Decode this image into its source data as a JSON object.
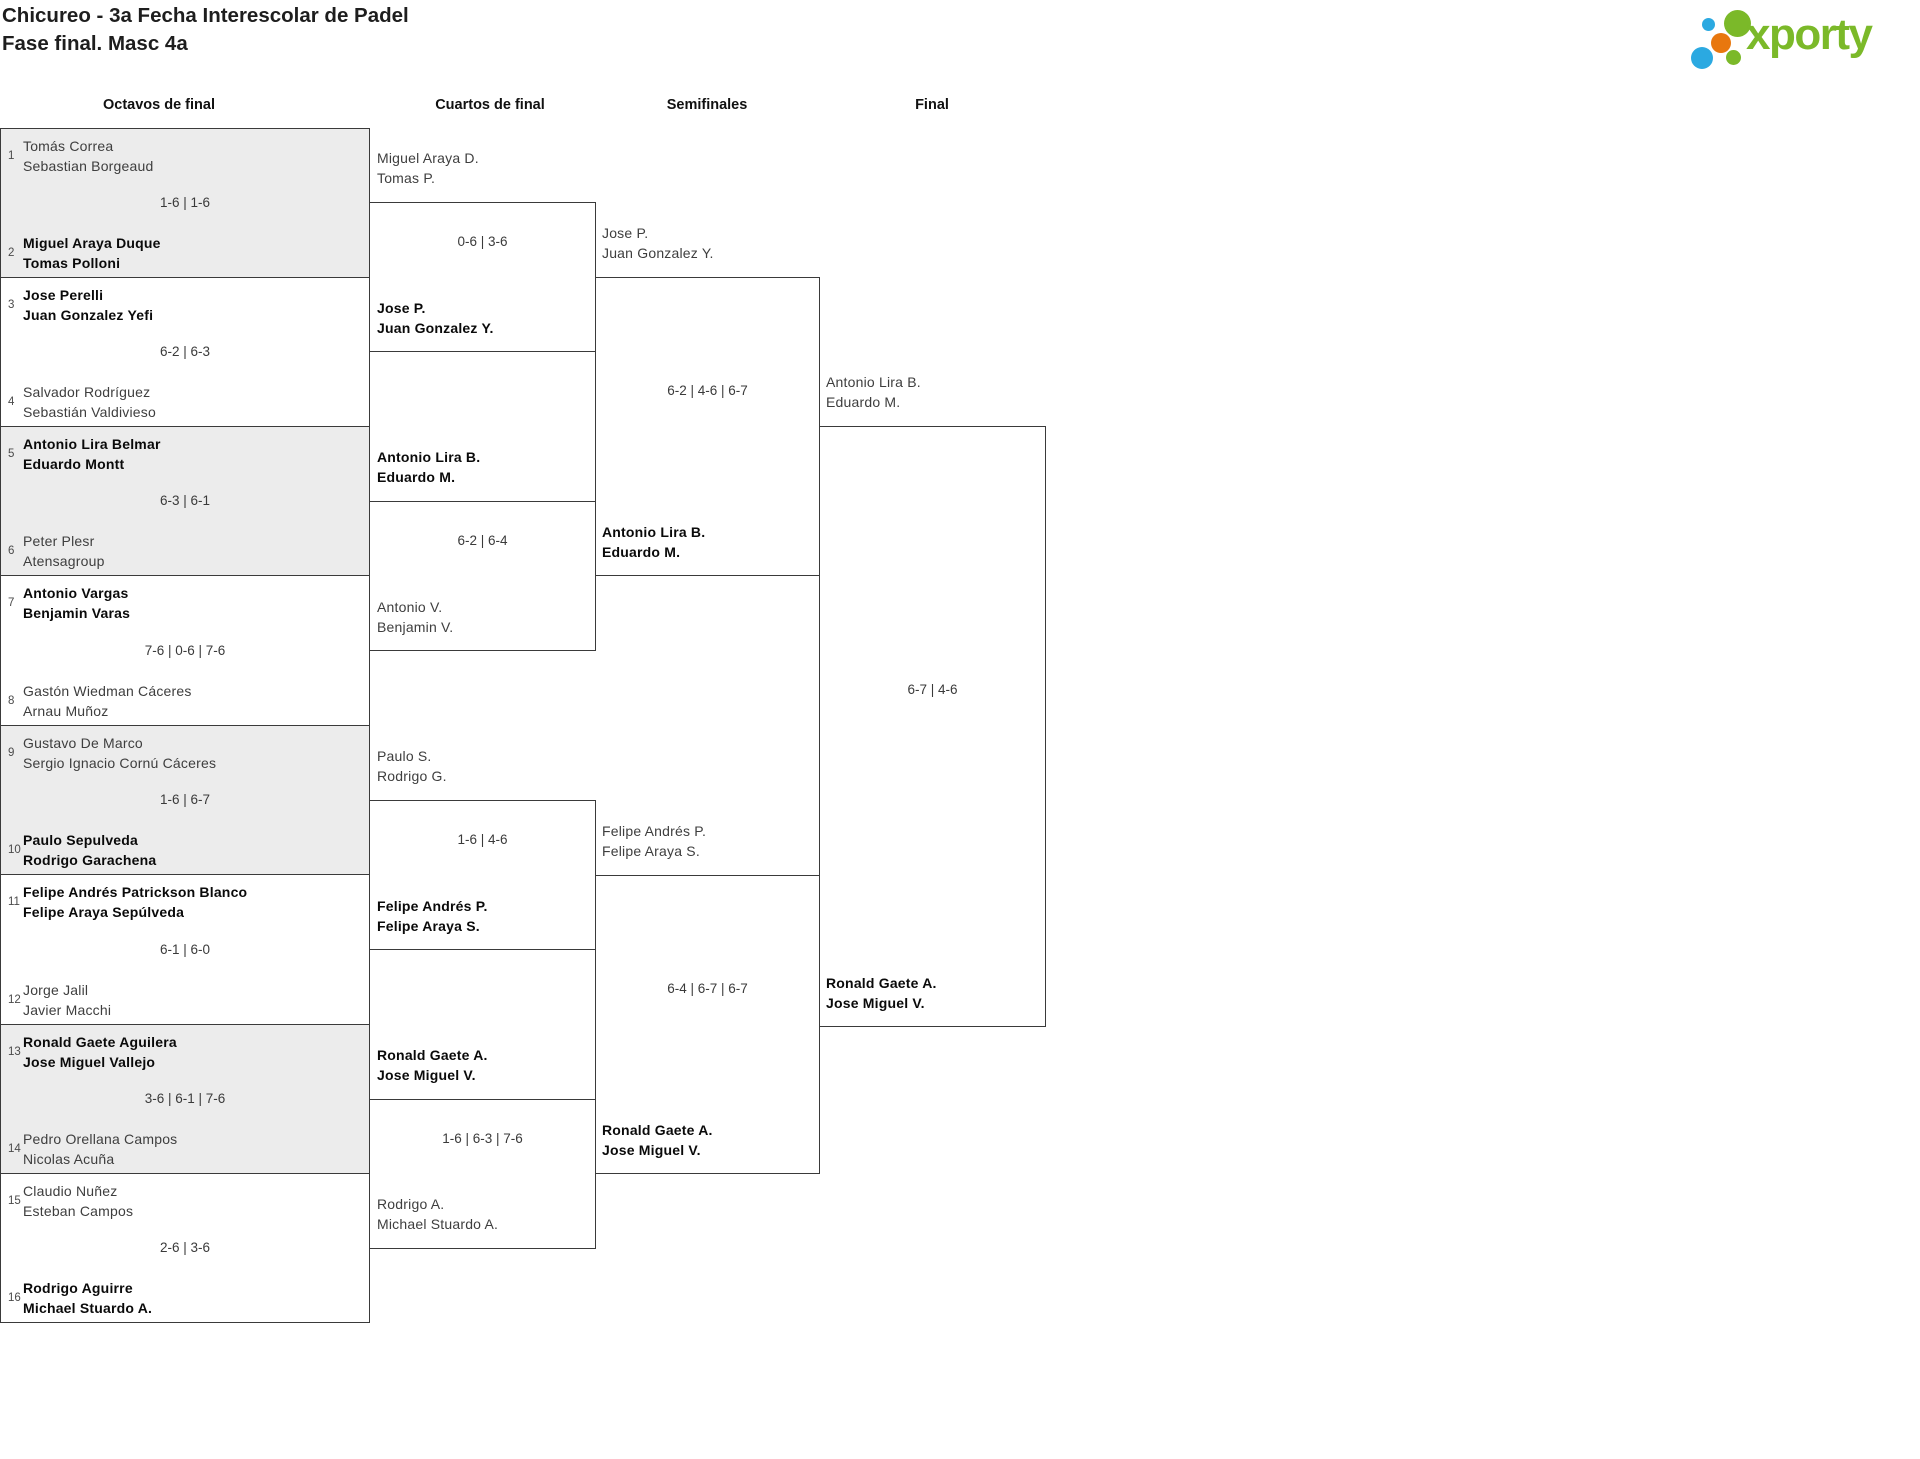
{
  "header": {
    "title_line1": "Chicureo - 3a Fecha Interescolar de Padel",
    "title_line2": "Fase final. Masc 4a",
    "logo_text": "xporty"
  },
  "round_headers": [
    "Octavos de final",
    "Cuartos de final",
    "Semifinales",
    "Final"
  ],
  "colors": {
    "logo_green": "#7bb929",
    "logo_blue": "#2ba9e1",
    "logo_orange": "#e8770e",
    "box_grey": "#ececec",
    "border": "#3a3a3a"
  },
  "bracket": {
    "r16": [
      {
        "seed_top": "1",
        "top1": "Tomás Correa",
        "top2": "Sebastian Borgeaud",
        "top_winner": false,
        "score": "1-6 | 1-6",
        "seed_bottom": "2",
        "bottom1": "Miguel Araya Duque",
        "bottom2": "Tomas Polloni",
        "bottom_winner": true
      },
      {
        "seed_top": "3",
        "top1": "Jose Perelli",
        "top2": "Juan Gonzalez Yefi",
        "top_winner": true,
        "score": "6-2 | 6-3",
        "seed_bottom": "4",
        "bottom1": "Salvador Rodríguez",
        "bottom2": "Sebastián Valdivieso",
        "bottom_winner": false
      },
      {
        "seed_top": "5",
        "top1": "Antonio Lira Belmar",
        "top2": "Eduardo Montt",
        "top_winner": true,
        "score": "6-3 | 6-1",
        "seed_bottom": "6",
        "bottom1": "Peter Plesr",
        "bottom2": "Atensagroup",
        "bottom_winner": false
      },
      {
        "seed_top": "7",
        "top1": "Antonio Vargas",
        "top2": "Benjamin Varas",
        "top_winner": true,
        "score": "7-6 | 0-6 | 7-6",
        "seed_bottom": "8",
        "bottom1": "Gastón Wiedman Cáceres",
        "bottom2": "Arnau Muñoz",
        "bottom_winner": false
      },
      {
        "seed_top": "9",
        "top1": "Gustavo De Marco",
        "top2": "Sergio Ignacio Cornú Cáceres",
        "top_winner": false,
        "score": "1-6 | 6-7",
        "seed_bottom": "10",
        "bottom1": "Paulo Sepulveda",
        "bottom2": "Rodrigo Garachena",
        "bottom_winner": true
      },
      {
        "seed_top": "11",
        "top1": "Felipe Andrés Patrickson Blanco",
        "top2": "Felipe Araya Sepúlveda",
        "top_winner": true,
        "score": "6-1 | 6-0",
        "seed_bottom": "12",
        "bottom1": "Jorge Jalil",
        "bottom2": "Javier Macchi",
        "bottom_winner": false
      },
      {
        "seed_top": "13",
        "top1": "Ronald Gaete Aguilera",
        "top2": "Jose Miguel Vallejo",
        "top_winner": true,
        "score": "3-6 | 6-1 | 7-6",
        "seed_bottom": "14",
        "bottom1": "Pedro Orellana Campos",
        "bottom2": "Nicolas Acuña",
        "bottom_winner": false
      },
      {
        "seed_top": "15",
        "top1": "Claudio Nuñez",
        "top2": "Esteban Campos",
        "top_winner": false,
        "score": "2-6 | 3-6",
        "seed_bottom": "16",
        "bottom1": "Rodrigo Aguirre",
        "bottom2": "Michael Stuardo A.",
        "bottom_winner": true
      }
    ],
    "qf": [
      {
        "top1": "Miguel Araya D.",
        "top2": "Tomas P.",
        "top_winner": false,
        "score": "0-6 | 3-6",
        "bottom1": "Jose P.",
        "bottom2": "Juan Gonzalez Y.",
        "bottom_winner": true
      },
      {
        "top1": "Antonio Lira B.",
        "top2": "Eduardo M.",
        "top_winner": true,
        "score": "6-2 | 6-4",
        "bottom1": "Antonio V.",
        "bottom2": "Benjamin V.",
        "bottom_winner": false
      },
      {
        "top1": "Paulo S.",
        "top2": "Rodrigo G.",
        "top_winner": false,
        "score": "1-6 | 4-6",
        "bottom1": "Felipe Andrés P.",
        "bottom2": "Felipe Araya S.",
        "bottom_winner": true
      },
      {
        "top1": "Ronald Gaete A.",
        "top2": "Jose Miguel V.",
        "top_winner": true,
        "score": "1-6 | 6-3 | 7-6",
        "bottom1": "Rodrigo A.",
        "bottom2": "Michael Stuardo A.",
        "bottom_winner": false
      }
    ],
    "sf": [
      {
        "top1": "Jose P.",
        "top2": "Juan Gonzalez Y.",
        "top_winner": false,
        "score": "6-2 | 4-6 | 6-7",
        "bottom1": "Antonio Lira B.",
        "bottom2": "Eduardo M.",
        "bottom_winner": true
      },
      {
        "top1": "Felipe Andrés P.",
        "top2": "Felipe Araya S.",
        "top_winner": false,
        "score": "6-4 | 6-7 | 6-7",
        "bottom1": "Ronald Gaete A.",
        "bottom2": "Jose Miguel V.",
        "bottom_winner": true
      }
    ],
    "final": {
      "top1": "Antonio Lira B.",
      "top2": "Eduardo M.",
      "top_winner": false,
      "score": "6-7 | 4-6",
      "bottom1": "Ronald Gaete A.",
      "bottom2": "Jose Miguel V.",
      "bottom_winner": true
    }
  }
}
